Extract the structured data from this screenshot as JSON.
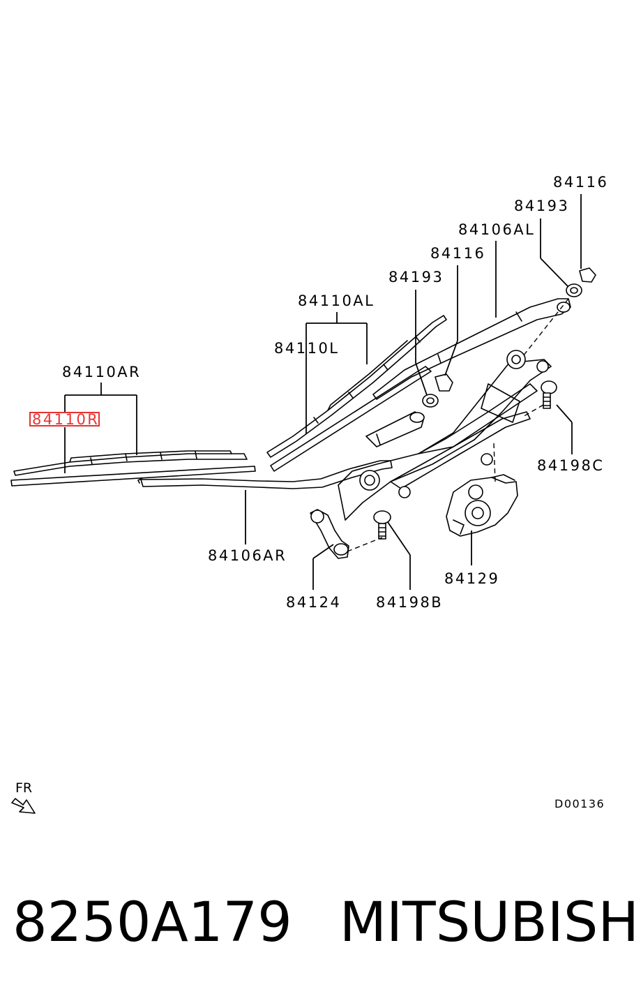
{
  "labels": {
    "l_84116_top": "84116",
    "l_84193_top": "84193",
    "l_84106AL": "84106AL",
    "l_84116_mid": "84116",
    "l_84193_mid": "84193",
    "l_84110AL": "84110AL",
    "l_84110L": "84110L",
    "l_84110AR": "84110AR",
    "l_84110R": "84110R",
    "l_84198C": "84198C",
    "l_84106AR": "84106AR",
    "l_84129": "84129",
    "l_84124": "84124",
    "l_84198B": "84198B"
  },
  "highlighted_part": "84110R",
  "highlight_color": "#e33333",
  "diagram_code": "D00136",
  "direction_label": "FR",
  "footer": {
    "part_number": "8250A179",
    "brand": "MITSUBISHI"
  }
}
